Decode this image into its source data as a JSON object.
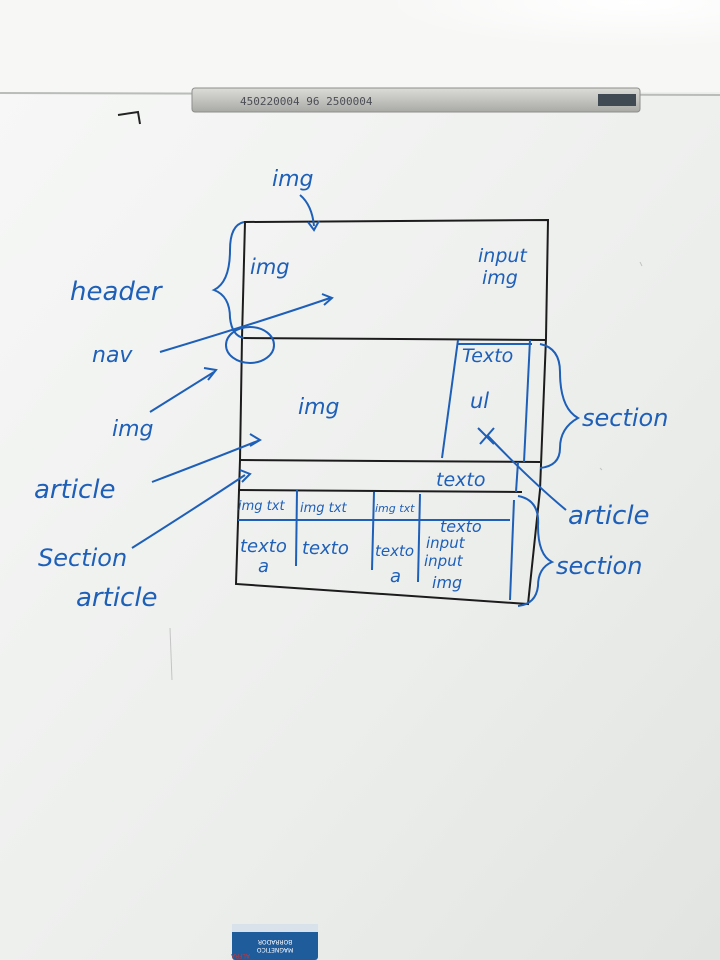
{
  "tray_serial": "450220004 96 2500004",
  "labels": {
    "img_top": "img",
    "header": "header",
    "nav": "nav",
    "img_left": "img",
    "article_left": "article",
    "section_left": "Section",
    "article_left2": "article",
    "section_right_top": "section",
    "article_right": "article",
    "section_right_bottom": "section"
  },
  "box": {
    "header_img": "img",
    "header_input": "input",
    "header_input_img": "img",
    "main_img": "img",
    "side_texto": "Texto",
    "side_ul": "ul",
    "bar_texto": "texto",
    "row1_a": "img txt",
    "row1_b": "img txt",
    "row1_c": "img txt",
    "row2_a": "texto",
    "row2_b": "texto",
    "row2_c": "texto",
    "row3_a": "a",
    "row3_c": "a",
    "right_col_1": "texto",
    "right_col_2": "input",
    "right_col_3": "input",
    "right_col_4": "img"
  },
  "eraser": {
    "line1": "BORRADOR",
    "line2": "MAGNETICO",
    "brand": "ALFRA"
  },
  "colors": {
    "marker": "#1e5fb8",
    "board": "#eeefee",
    "frame": "#c9ccc9"
  }
}
